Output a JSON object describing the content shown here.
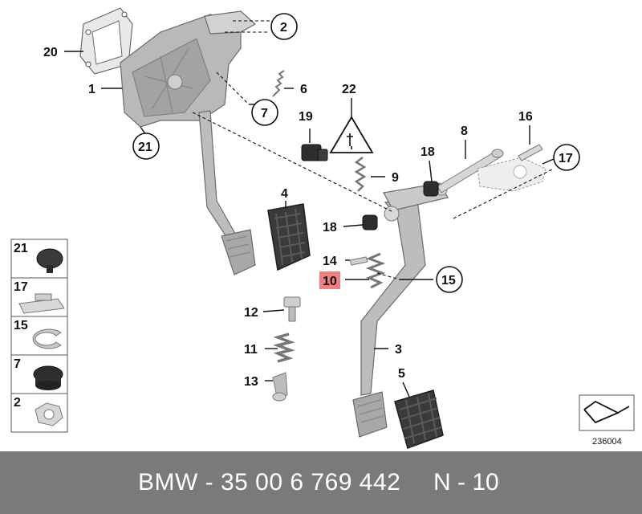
{
  "labels": {
    "l1": "1",
    "l2": "2",
    "l3": "3",
    "l4": "4",
    "l5": "5",
    "l6": "6",
    "l7": "7",
    "l8": "8",
    "l9": "9",
    "l10": "10",
    "l11": "11",
    "l12": "12",
    "l13": "13",
    "l14": "14",
    "l15": "15",
    "l16": "16",
    "l17": "17",
    "l18a": "18",
    "l18b": "18",
    "l19": "19",
    "l20": "20",
    "l21": "21",
    "l22": "22"
  },
  "legend": [
    "21",
    "17",
    "15",
    "7",
    "2"
  ],
  "diagram_code": "236004",
  "footer": {
    "part_number": "BMW - 35 00 6 769 442",
    "reference": "N - 10"
  },
  "colors": {
    "footer_bg": "#7a7a7a",
    "highlight": "#f08080",
    "part_grey": "#b9b9b9"
  }
}
